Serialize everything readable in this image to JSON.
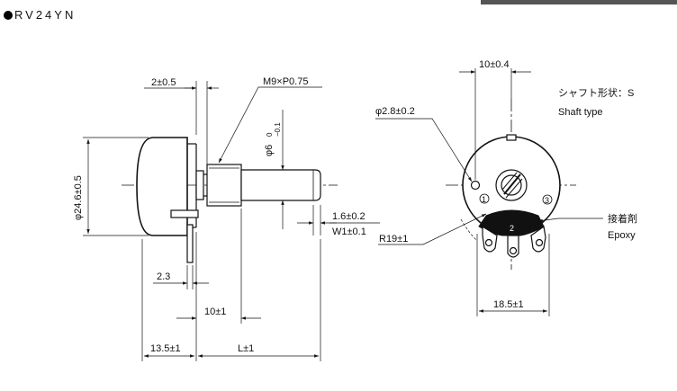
{
  "title": "RV24YN",
  "dims": {
    "nut_thickness": "2±0.5",
    "thread": "M9×P0.75",
    "body_diameter": "φ24.6±0.5",
    "shaft_diameter": "φ6",
    "shaft_tol_upper": "0",
    "shaft_tol_lower": "−0.1",
    "slot_depth": "1.6±0.2",
    "slot_width": "W1±0.1",
    "terminal_offset": "2.3",
    "bushing_length": "10±1",
    "body_depth": "13.5±1",
    "shaft_length": "L±1",
    "mount_hole_spacing": "10±0.4",
    "pin_diameter": "φ2.8±0.2",
    "terminal_radius": "R19±1",
    "terminal_span": "18.5±1"
  },
  "notes": {
    "shaft_type_jp": "シャフト形状：S",
    "shaft_type_en": "Shaft type",
    "epoxy_jp": "接着剤",
    "epoxy_en": "Epoxy"
  },
  "terminals": [
    "1",
    "2",
    "3"
  ]
}
